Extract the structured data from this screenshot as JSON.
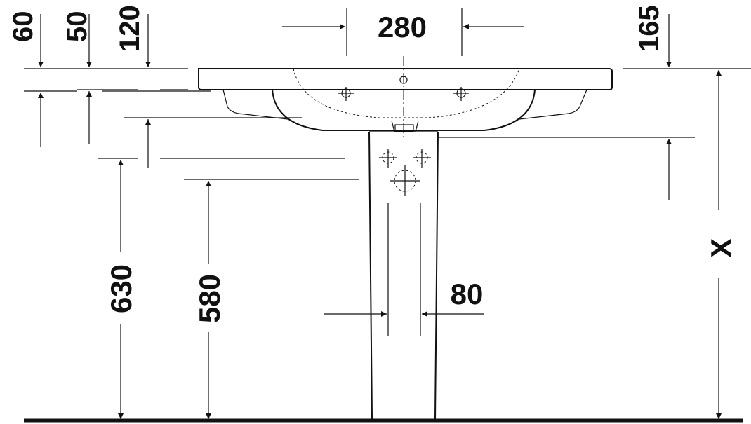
{
  "dimensions": {
    "d60": "60",
    "d50": "50",
    "d120": "120",
    "d280": "280",
    "d165": "165",
    "dx": "X",
    "d630": "630",
    "d580": "580",
    "d80": "80"
  },
  "colors": {
    "line": "#111111",
    "background": "#ffffff"
  }
}
